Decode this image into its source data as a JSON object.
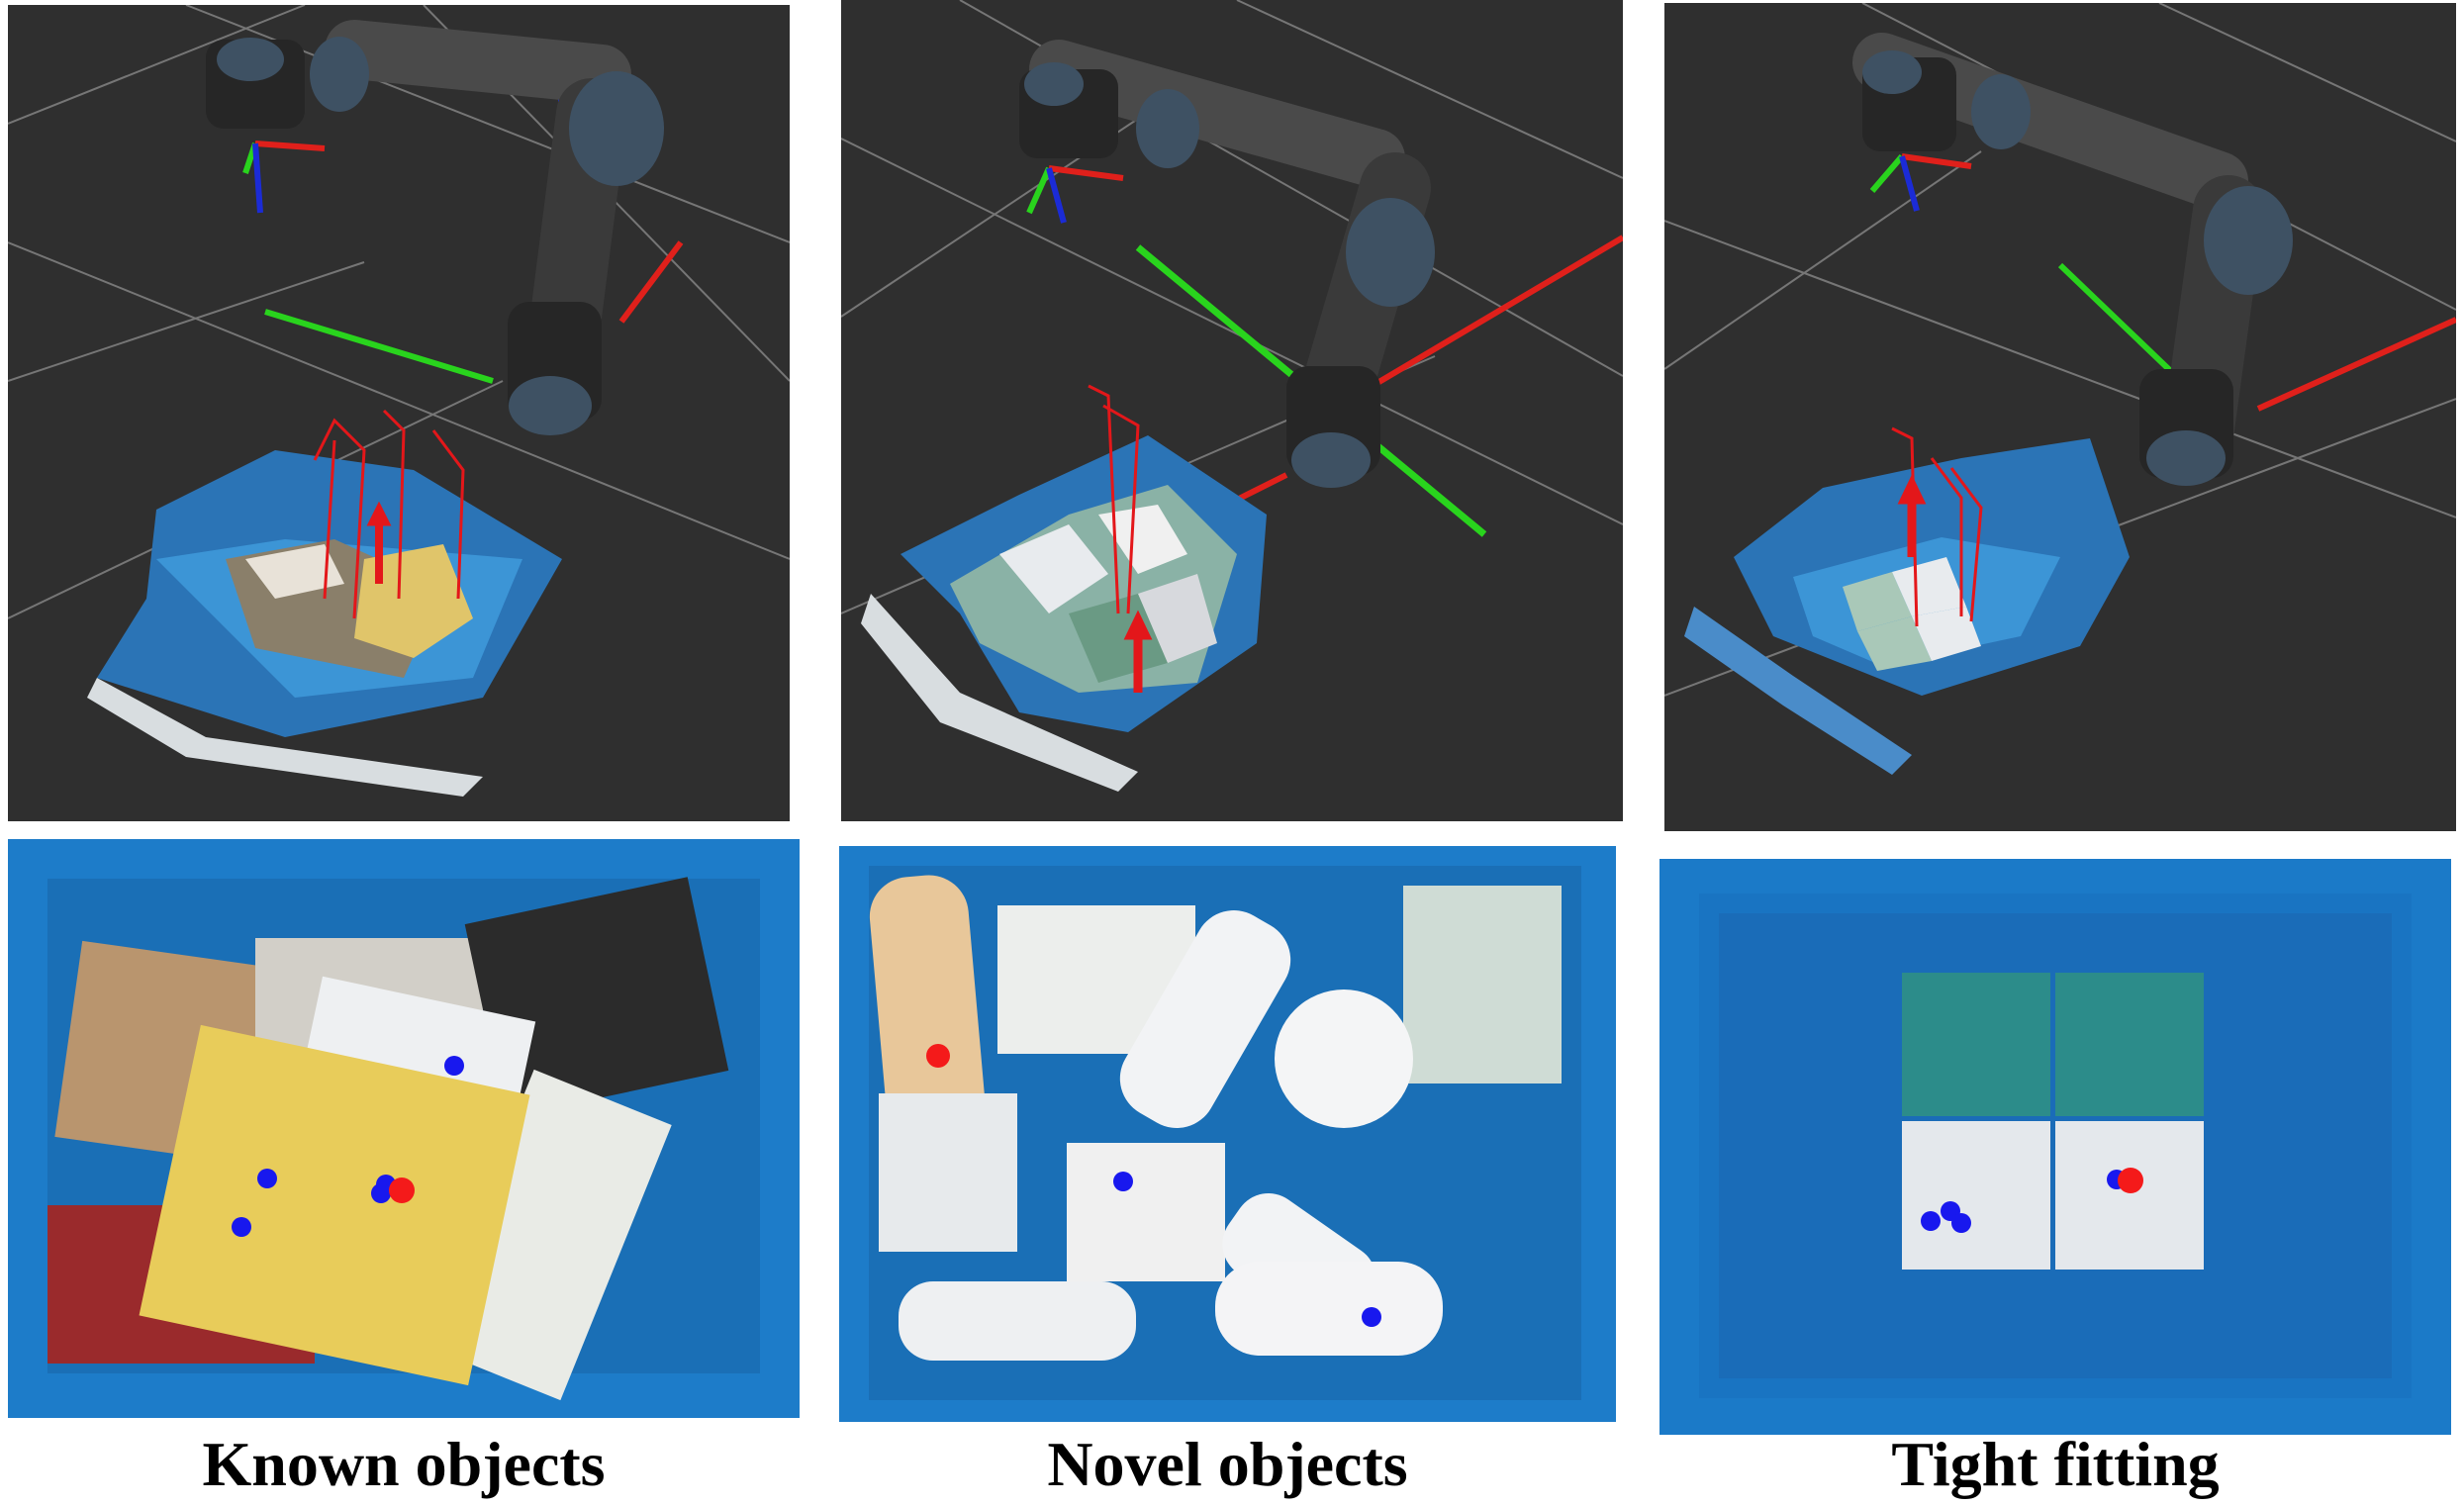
{
  "captions": [
    "Known objects",
    "Novel objects",
    "Tight fitting"
  ],
  "colors": {
    "viewer_background": "#2f2f2f",
    "grid_line": "#7a7a7a",
    "bin_blue": "#1a79c8",
    "pointcloud_blue": "#3c95d6",
    "axis_x": "#e0201b",
    "axis_y": "#29d41d",
    "axis_z": "#1b2bd6",
    "grasp_arrow": "#e3171a",
    "primary_grasp_point": "#f41a1a",
    "candidate_grasp_point": "#1818ee"
  },
  "icons": [
    "robot-arm",
    "coordinate-axes",
    "grasp-pose-arrow",
    "grasp-point-marker"
  ]
}
